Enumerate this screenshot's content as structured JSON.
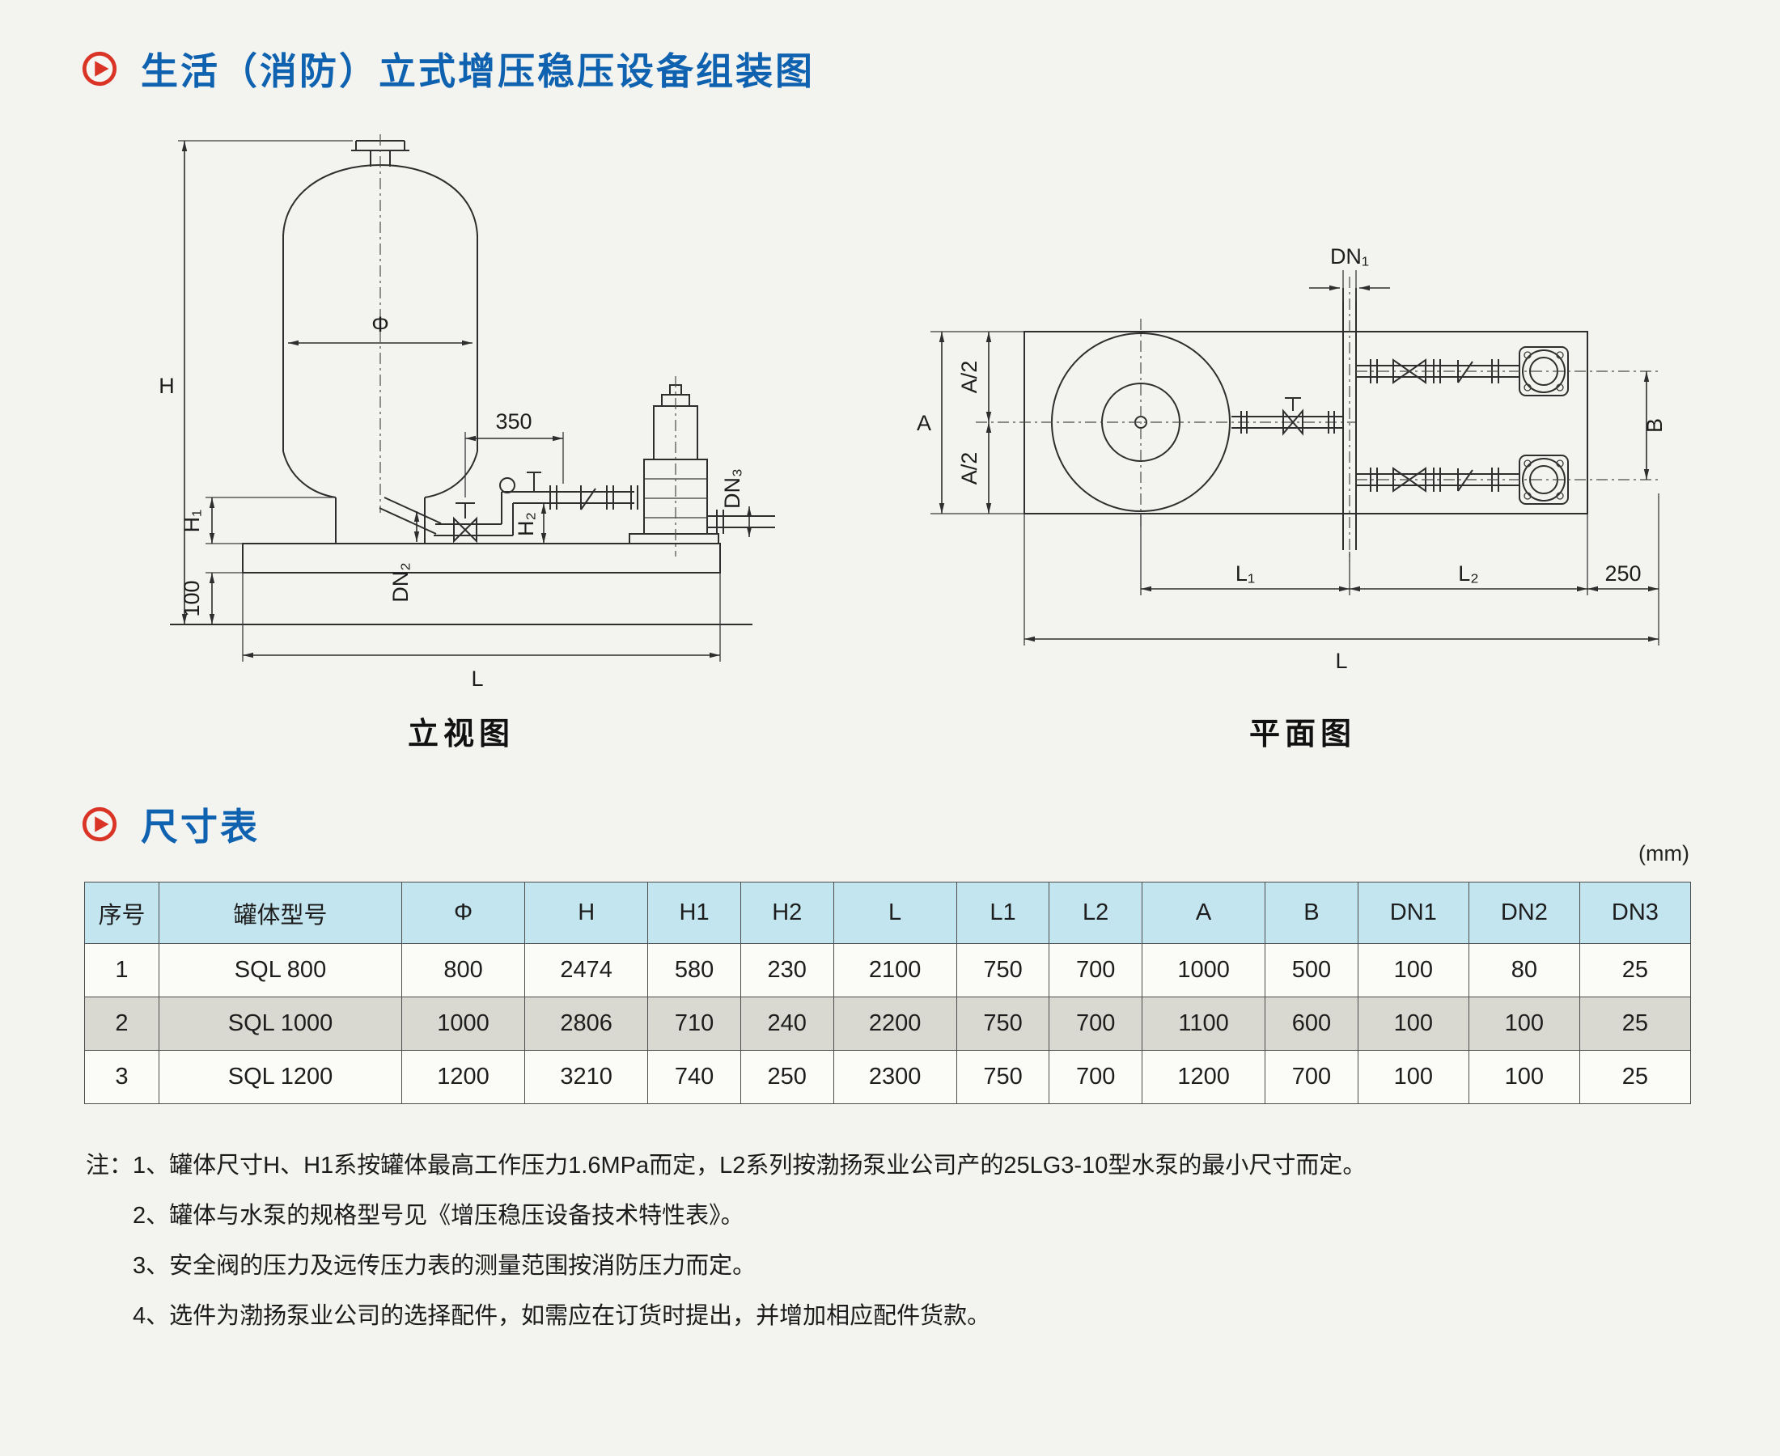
{
  "page": {
    "title": "生活（消防）立式增压稳压设备组装图",
    "dimension_title": "尺寸表",
    "unit_label": "(mm)",
    "accent_blue": "#0f62b0",
    "bullet_red": "#d93425",
    "table_header_bg": "#c3e5f0",
    "shaded_row_bg": "#d9d9d1"
  },
  "elevation": {
    "caption": "立视图",
    "labels": {
      "H": "H",
      "phi": "Φ",
      "d350": "350",
      "H1": "H₁",
      "H2": "H₂",
      "DN2": "DN₂",
      "DN3": "DN₃",
      "d100": "100",
      "L": "L"
    }
  },
  "plan": {
    "caption": "平面图",
    "labels": {
      "DN1": "DN₁",
      "A": "A",
      "A2a": "A/2",
      "A2b": "A/2",
      "B": "B",
      "L1": "L₁",
      "L2": "L₂",
      "d250": "250",
      "L": "L"
    }
  },
  "table": {
    "headers": [
      "序号",
      "罐体型号",
      "Φ",
      "H",
      "H1",
      "H2",
      "L",
      "L1",
      "L2",
      "A",
      "B",
      "DN1",
      "DN2",
      "DN3"
    ],
    "rows": [
      [
        "1",
        "SQL 800",
        "800",
        "2474",
        "580",
        "230",
        "2100",
        "750",
        "700",
        "1000",
        "500",
        "100",
        "80",
        "25"
      ],
      [
        "2",
        "SQL 1000",
        "1000",
        "2806",
        "710",
        "240",
        "2200",
        "750",
        "700",
        "1100",
        "600",
        "100",
        "100",
        "25"
      ],
      [
        "3",
        "SQL 1200",
        "1200",
        "3210",
        "740",
        "250",
        "2300",
        "750",
        "700",
        "1200",
        "700",
        "100",
        "100",
        "25"
      ]
    ],
    "highlighted_row_index": 1
  },
  "notes": {
    "prefix": "注：",
    "items": [
      "1、罐体尺寸H、H1系按罐体最高工作压力1.6MPa而定，L2系列按渤扬泵业公司产的25LG3-10型水泵的最小尺寸而定。",
      "2、罐体与水泵的规格型号见《增压稳压设备技术特性表》。",
      "3、安全阀的压力及远传压力表的测量范围按消防压力而定。",
      "4、选件为渤扬泵业公司的选择配件，如需应在订货时提出，并增加相应配件货款。"
    ]
  }
}
